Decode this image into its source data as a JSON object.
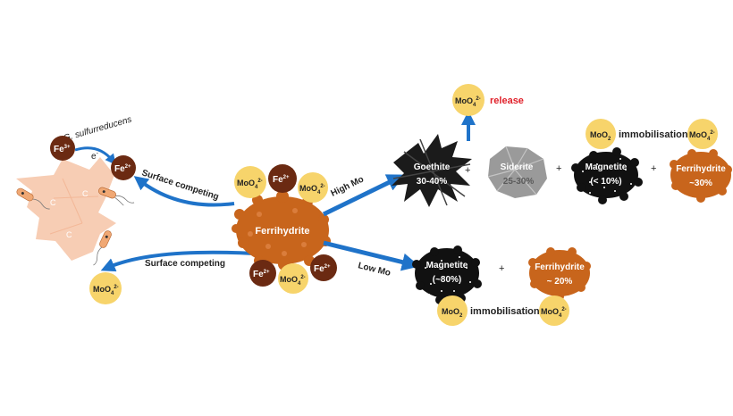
{
  "colors": {
    "fe_brown": "#6b2a12",
    "mo_yellow": "#f7d46b",
    "ferrihydrite_orange": "#c8651c",
    "arrow_blue": "#1f73c9",
    "release_red": "#e0202a",
    "bacteria_pink": "#f7cdb4",
    "siderite_gray": "#9a9a9a",
    "goethite_black": "#1b1b1b"
  },
  "labels": {
    "organism": "G. sulfurreducens",
    "fe3": "Fe",
    "fe3_sup": "3+",
    "fe2": "Fe",
    "fe2_sup": "2+",
    "electron": "e",
    "electron_sup": "-",
    "carbon": "C",
    "surface_competing_top": "Surface competing",
    "surface_competing_bottom": "Surface competing",
    "mo4": "MoO",
    "mo4_sub": "4",
    "mo4_sup": "2-",
    "ferrihydrite_center": "Ferrihydrite",
    "high_mo": "High Mo",
    "low_mo": "Low Mo",
    "release": "release",
    "immobilisation": "immobilisation",
    "moo2": "MoO",
    "moo2_sub": "2",
    "plus": "+",
    "goethite_name": "Goethite",
    "goethite_pct": "30-40%",
    "siderite_name": "Siderite",
    "siderite_pct": "25-30%",
    "magnetite_name": "Magnetite",
    "magnetite_high_pct": "(< 10%)",
    "ferrihydrite_name": "Ferrihydrite",
    "ferrihydrite_high_pct": "~30%",
    "magnetite_low_pct": "(~80%)",
    "ferrihydrite_low_pct": "~ 20%"
  }
}
